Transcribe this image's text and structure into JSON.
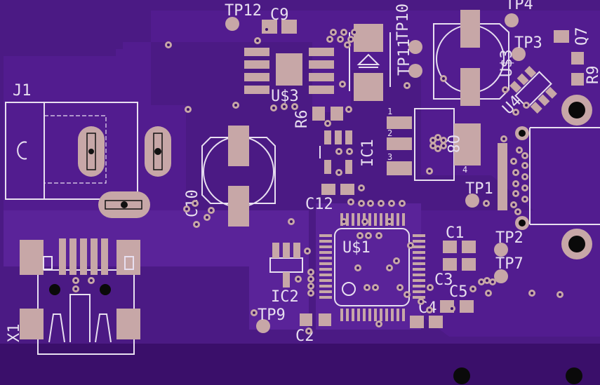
{
  "board": {
    "colors": {
      "background": "#3a0f6a",
      "copper_pour": "#521c8f",
      "copper_pour_light": "#5a2399",
      "pad": "#c7a7a7",
      "silkscreen": "#e8dff0",
      "hole": "#0a0a0a"
    },
    "labels": {
      "j1": "J1",
      "tp12": "TP12",
      "c9": "C9",
      "u3": "U$3",
      "r6": "R6",
      "tp10": "TP10",
      "tp11": "TP11",
      "u3_reg": "U$3",
      "tp4": "TP4",
      "tp3": "TP3",
      "q7": "Q7",
      "r9": "R9",
      "u4": "U4",
      "ic1": "IC1",
      "q8": "Q8",
      "c10": "C10",
      "c12": "C12",
      "tp1": "TP1",
      "c1": "C1",
      "tp2": "TP2",
      "u1": "U$1",
      "c3": "C3",
      "tp7": "TP7",
      "c5": "C5",
      "c4": "C4",
      "ic2": "IC2",
      "tp9": "TP9",
      "c2": "C2",
      "x1": "X1",
      "pin1": "1",
      "pin2": "2",
      "pin3": "3",
      "pin4": "4"
    }
  }
}
